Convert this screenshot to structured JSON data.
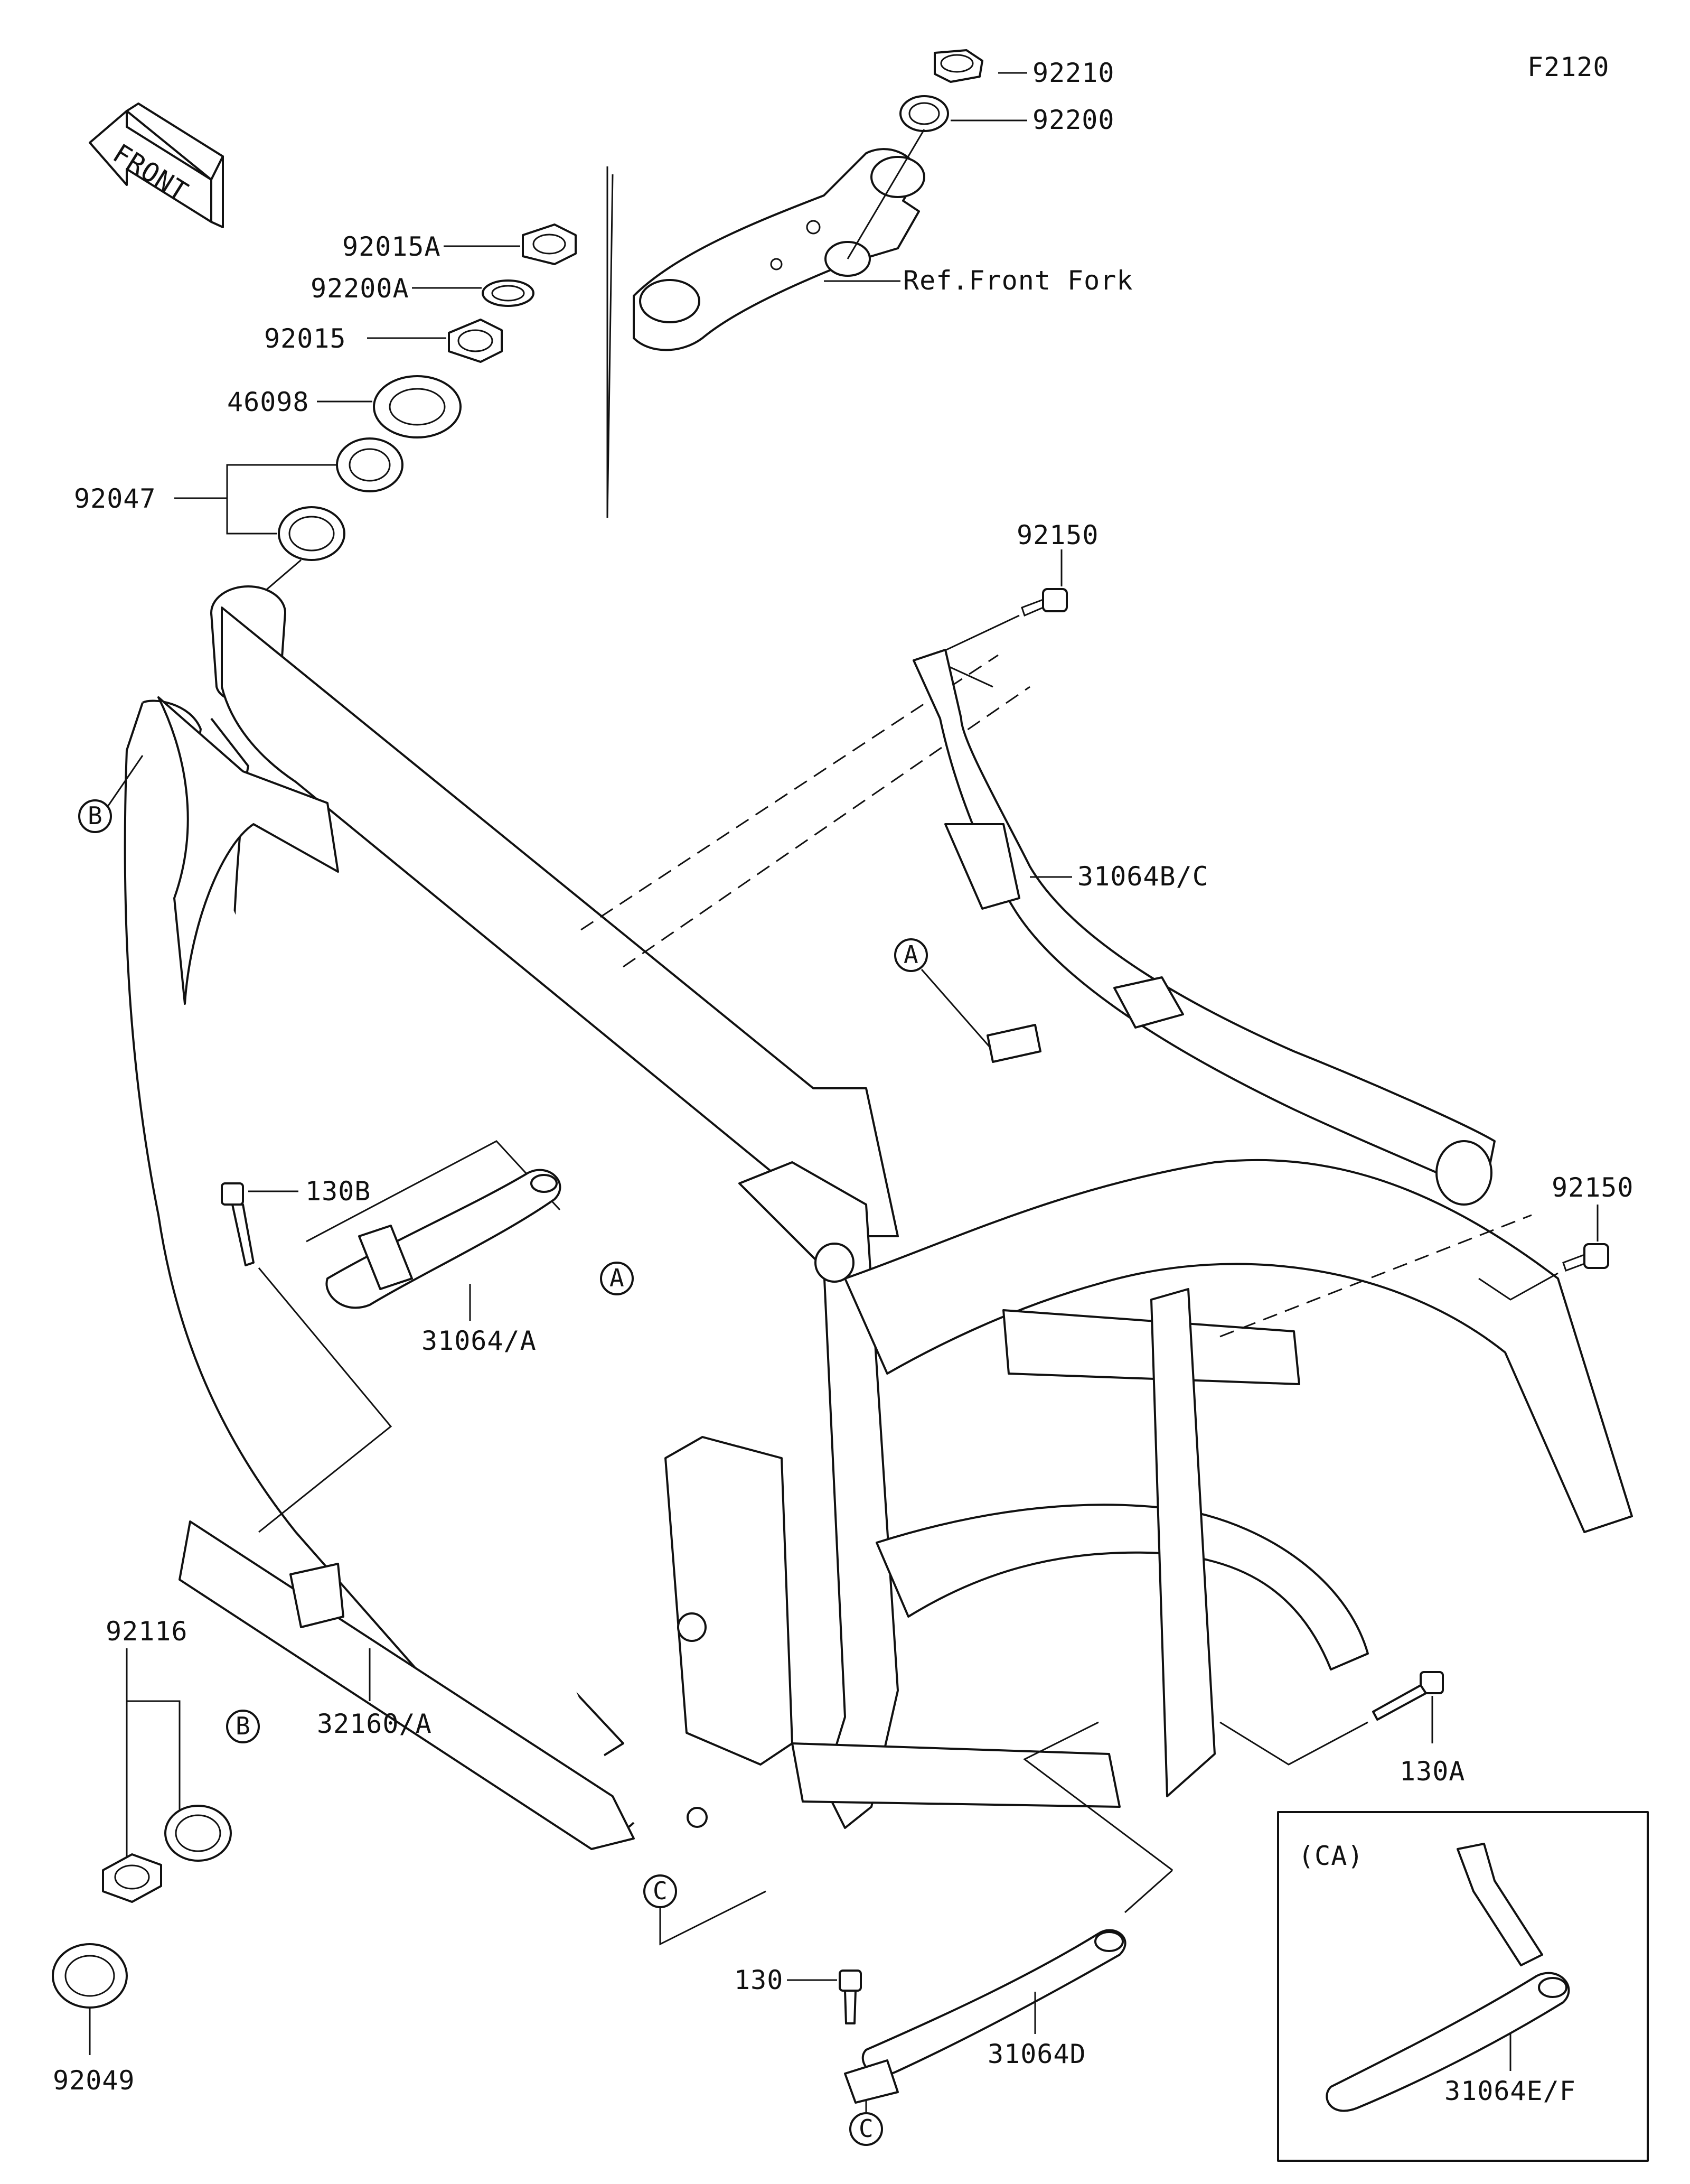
{
  "figure_code": "F2120",
  "front_badge": "FRONT",
  "ref_note": "Ref.Front Fork",
  "variant_box": {
    "title": "(CA)",
    "part": "31064E/F"
  },
  "parts": {
    "p92210": "92210",
    "p92200": "92200",
    "p92015A": "92015A",
    "p92200A": "92200A",
    "p92015": "92015",
    "p46098": "46098",
    "p92047": "92047",
    "p92150_top": "92150",
    "p92150_right": "92150",
    "p31064BC": "31064B/C",
    "p130B": "130B",
    "p31064A": "31064/A",
    "p92116": "92116",
    "p32160A": "32160/A",
    "p130A": "130A",
    "p130": "130",
    "p31064D": "31064D",
    "p92049": "92049"
  },
  "callouts": {
    "A1": "A",
    "A2": "A",
    "B1": "B",
    "B2": "B",
    "C1": "C",
    "C2": "C"
  }
}
